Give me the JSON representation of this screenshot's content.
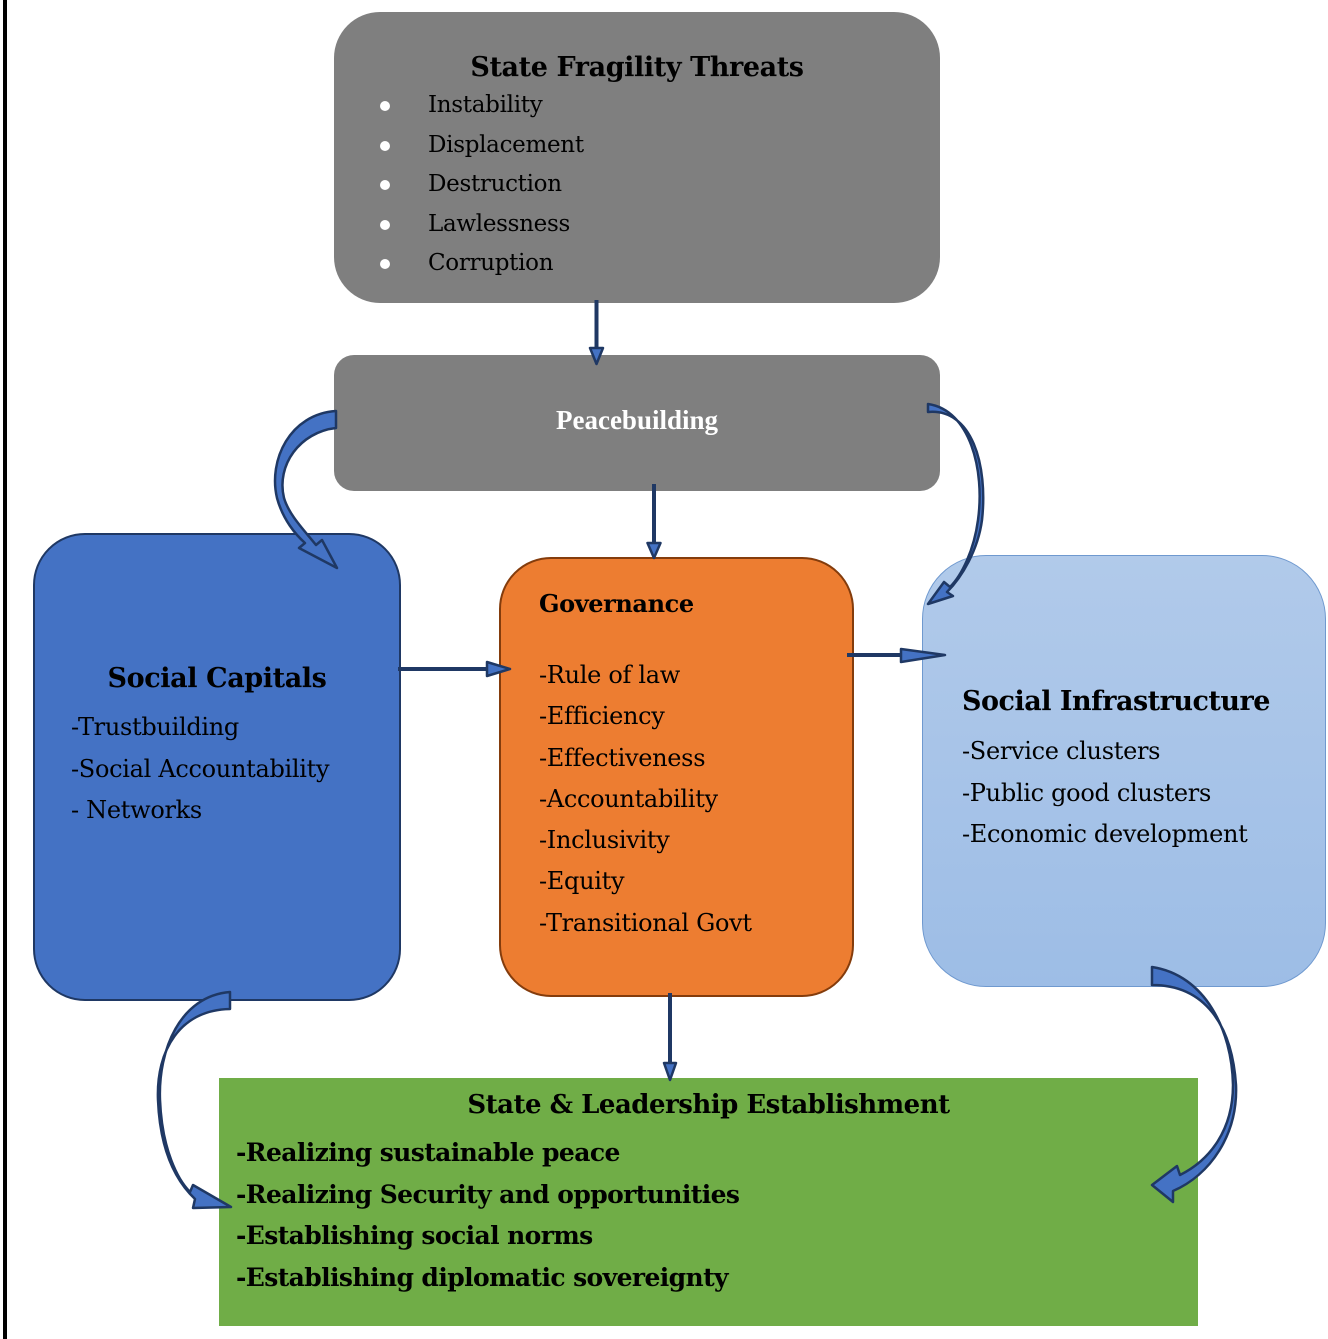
{
  "colors": {
    "gray_box": "#7f7f7f",
    "social_capitals": "#4472c4",
    "governance": "#ed7d31",
    "social_infrastructure": "#a9c4e8",
    "state_establishment": "#70ad47",
    "arrow_fill": "#4472c4",
    "arrow_stroke": "#1f3864"
  },
  "threats": {
    "title": "State Fragility Threats",
    "items": [
      "Instability",
      "Displacement",
      "Destruction",
      "Lawlessness",
      "Corruption"
    ]
  },
  "peacebuilding": {
    "title": "Peacebuilding"
  },
  "social_capitals": {
    "title": "Social Capitals",
    "items": [
      "-Trustbuilding",
      "-Social Accountability",
      "- Networks"
    ]
  },
  "governance": {
    "title": "Governance",
    "items": [
      "-Rule of law",
      "-Efficiency",
      "-Effectiveness",
      "-Accountability",
      "-Inclusivity",
      "-Equity",
      "-Transitional Govt"
    ]
  },
  "social_infrastructure": {
    "title": "Social Infrastructure",
    "items": [
      "-Service clusters",
      "-Public good clusters",
      "-Economic development"
    ]
  },
  "state_establishment": {
    "title": "State & Leadership Establishment",
    "items": [
      "-Realizing sustainable peace",
      "-Realizing Security and opportunities",
      "-Establishing social norms",
      "-Establishing diplomatic sovereignty"
    ]
  },
  "connections": [
    {
      "from": "State Fragility Threats",
      "to": "Peacebuilding",
      "style": "straight"
    },
    {
      "from": "Peacebuilding",
      "to": "Governance",
      "style": "straight"
    },
    {
      "from": "Peacebuilding",
      "to": "Social Capitals",
      "style": "curved"
    },
    {
      "from": "Peacebuilding",
      "to": "Social Infrastructure",
      "style": "curved"
    },
    {
      "from": "Social Capitals",
      "to": "Governance",
      "style": "straight"
    },
    {
      "from": "Governance",
      "to": "Social Infrastructure",
      "style": "straight"
    },
    {
      "from": "Governance",
      "to": "State & Leadership Establishment",
      "style": "straight"
    },
    {
      "from": "Social Capitals",
      "to": "State & Leadership Establishment",
      "style": "curved"
    },
    {
      "from": "Social Infrastructure",
      "to": "State & Leadership Establishment",
      "style": "curved"
    }
  ]
}
